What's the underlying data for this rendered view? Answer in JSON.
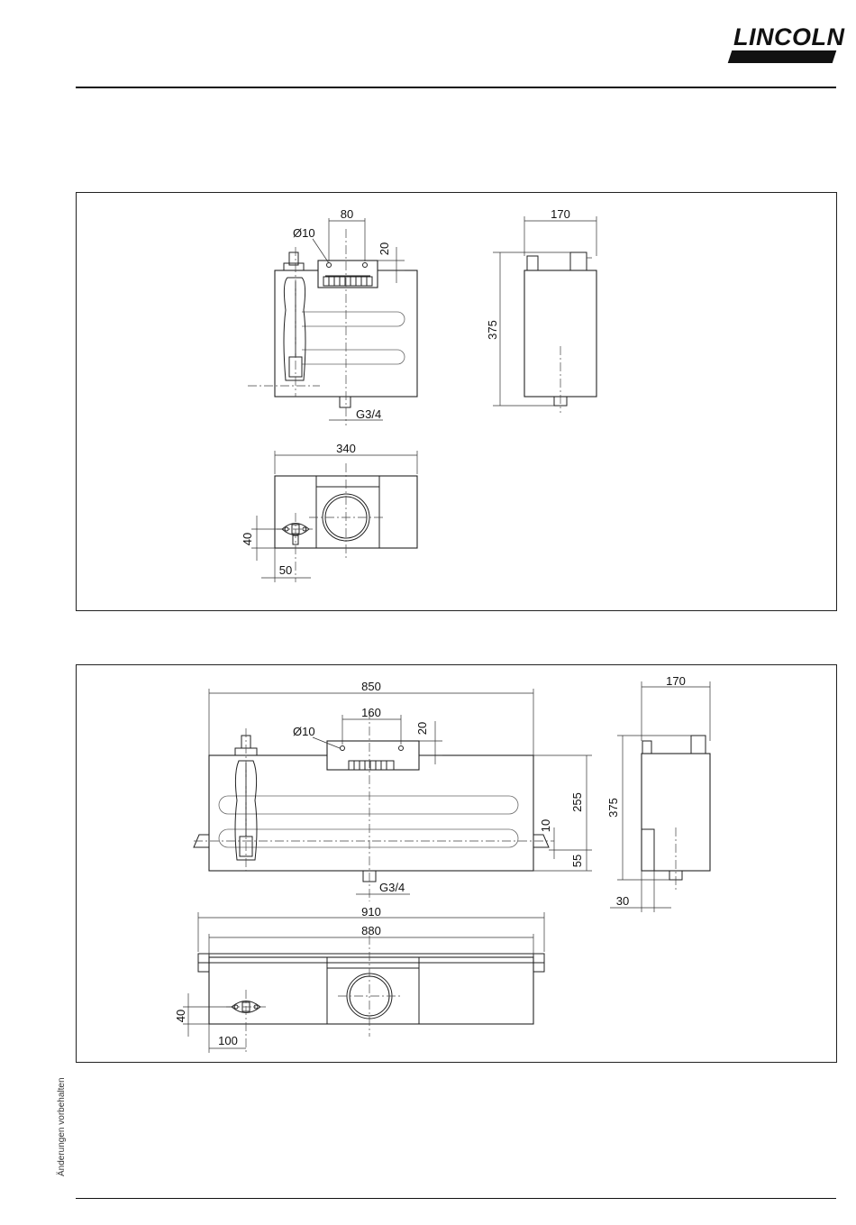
{
  "header": {
    "brand": "LINCOLN"
  },
  "footer": {
    "side_note": "Änderungen vorbehalten"
  },
  "drawing_small": {
    "label": "small-tank",
    "dims": {
      "flange_width": "80",
      "bore": "Ø10",
      "flange_height": "20",
      "depth": "170",
      "height": "375",
      "outlet_thread": "G3/4",
      "length": "340",
      "gauge_offset_y": "40",
      "gauge_offset_x": "50"
    }
  },
  "drawing_large": {
    "label": "large-tank",
    "dims": {
      "length": "850",
      "flange_width": "160",
      "bore": "Ø10",
      "flange_height": "20",
      "depth": "170",
      "height": "375",
      "level_height": "255",
      "bracket_height": "55",
      "bracket_offset": "10",
      "outlet_thread": "G3/4",
      "overall_width": "910",
      "bracket_span": "880",
      "foot_offset": "30",
      "gauge_offset_y": "40",
      "gauge_offset_x": "100"
    }
  }
}
